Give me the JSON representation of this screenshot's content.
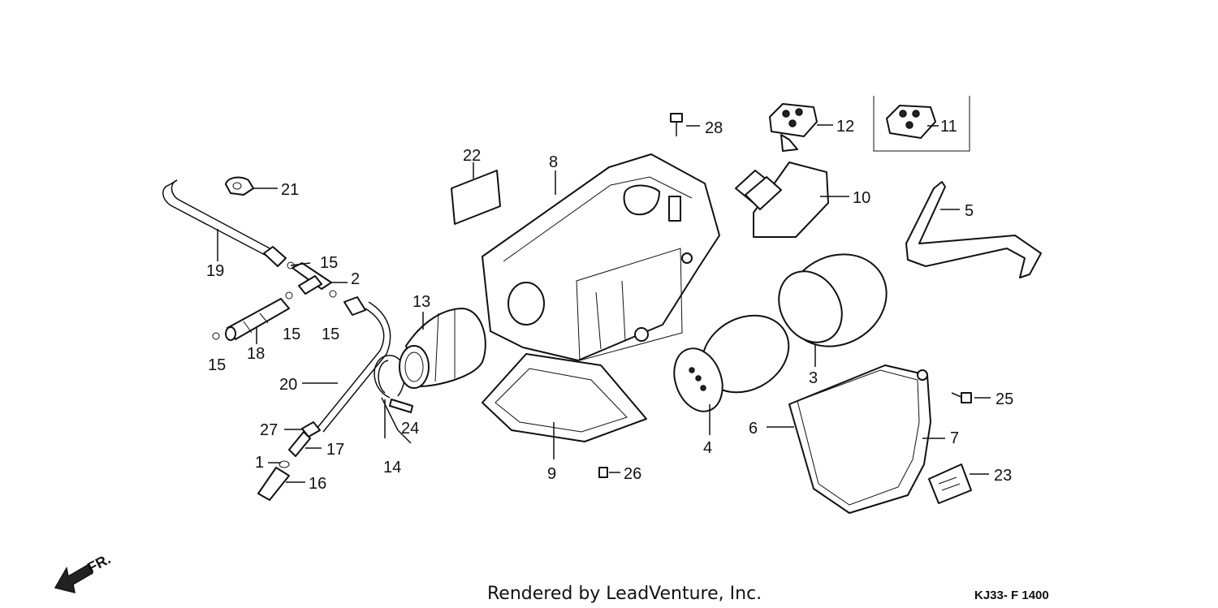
{
  "callouts": [
    {
      "id": "c1",
      "label": "1"
    },
    {
      "id": "c2",
      "label": "2"
    },
    {
      "id": "c3",
      "label": "3"
    },
    {
      "id": "c4",
      "label": "4"
    },
    {
      "id": "c5",
      "label": "5"
    },
    {
      "id": "c6",
      "label": "6"
    },
    {
      "id": "c7",
      "label": "7"
    },
    {
      "id": "c8",
      "label": "8"
    },
    {
      "id": "c9",
      "label": "9"
    },
    {
      "id": "c10",
      "label": "10"
    },
    {
      "id": "c11",
      "label": "11"
    },
    {
      "id": "c12",
      "label": "12"
    },
    {
      "id": "c13",
      "label": "13"
    },
    {
      "id": "c14",
      "label": "14"
    },
    {
      "id": "c15a",
      "label": "15"
    },
    {
      "id": "c15b",
      "label": "15"
    },
    {
      "id": "c15c",
      "label": "15"
    },
    {
      "id": "c15d",
      "label": "15"
    },
    {
      "id": "c16",
      "label": "16"
    },
    {
      "id": "c17",
      "label": "17"
    },
    {
      "id": "c18",
      "label": "18"
    },
    {
      "id": "c19",
      "label": "19"
    },
    {
      "id": "c20",
      "label": "20"
    },
    {
      "id": "c21",
      "label": "21"
    },
    {
      "id": "c22",
      "label": "22"
    },
    {
      "id": "c23",
      "label": "23"
    },
    {
      "id": "c24",
      "label": "24"
    },
    {
      "id": "c25",
      "label": "25"
    },
    {
      "id": "c26",
      "label": "26"
    },
    {
      "id": "c27",
      "label": "27"
    },
    {
      "id": "c28",
      "label": "28"
    }
  ],
  "direction_marker": "FR.",
  "footer": {
    "credit": "Rendered by LeadVenture, Inc.",
    "diagram_code": "KJ33- F 1400"
  }
}
